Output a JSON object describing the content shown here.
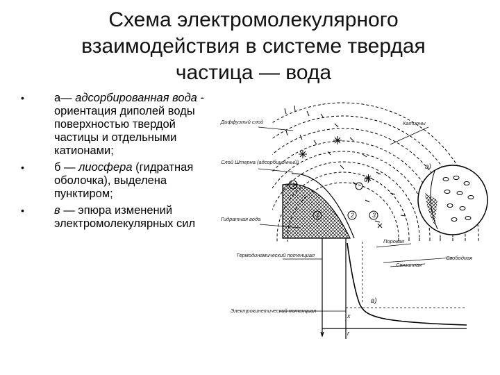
{
  "title": {
    "line1": "Схема электромолекулярного",
    "line2": "взаимодействия в системе твердая",
    "line3": "частица — вода"
  },
  "bullets": [
    {
      "marker": "а— ",
      "term": "адсорбированная вода",
      "text": " - ориентация диполей воды поверхностью твердой частицы и отдельными катионами;"
    },
    {
      "marker": "б — ",
      "term": "лиосфера",
      "text": " (гидратная оболочка), выделена пунктиром;"
    },
    {
      "marker": "в",
      "term": "",
      "text": " — эпюра изменений электромолекулярных сил"
    }
  ],
  "figure": {
    "labels": {
      "diffuse_layer": "Диффузный слой",
      "cations": "Катионы",
      "stern_layer": "Слой Штерна (адсорбционный)",
      "hydration_water": "Гидратная вода",
      "thermodynamic_potential": "Термодинамический потенциал",
      "pore_water": "Поровая",
      "bound_water": "Связанная",
      "free_water": "Свободная",
      "electrokinetic_potential": "Электрокинетический потенциал",
      "mark_a": "а)",
      "mark_b": "б)",
      "mark_v": "в)",
      "mark_1": "1",
      "mark_2": "2",
      "mark_3": "3",
      "axis_x": "x",
      "axis_r": "r"
    }
  }
}
